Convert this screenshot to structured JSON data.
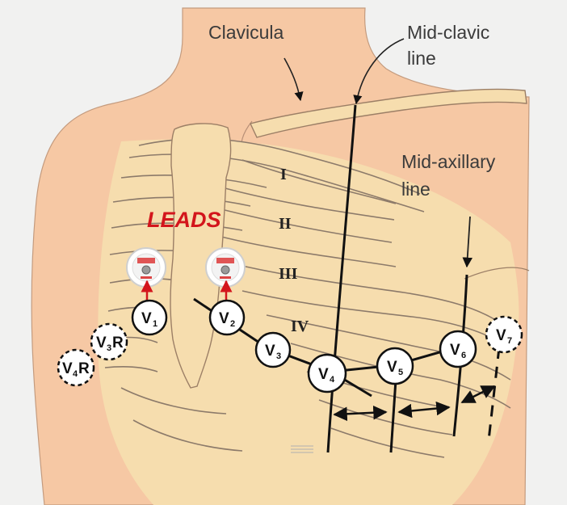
{
  "labels": {
    "clavicula": "Clavicula",
    "mid_clavicular_1": "Mid-clavic",
    "mid_clavicular_2": "line",
    "mid_axillary_1": "Mid-axillary",
    "mid_axillary_2": "line",
    "leads": "LEADS"
  },
  "ribs": {
    "r1": "I",
    "r2": "II",
    "r3": "III",
    "r4": "IV"
  },
  "electrodes": {
    "v1": {
      "main": "V",
      "sub": "1"
    },
    "v2": {
      "main": "V",
      "sub": "2"
    },
    "v3": {
      "main": "V",
      "sub": "3"
    },
    "v4": {
      "main": "V",
      "sub": "4"
    },
    "v5": {
      "main": "V",
      "sub": "5"
    },
    "v6": {
      "main": "V",
      "sub": "6"
    },
    "v7": {
      "main": "V",
      "sub": "7"
    },
    "v3r": {
      "main": "V",
      "sub": "3",
      "suffix": "R"
    },
    "v4r": {
      "main": "V",
      "sub": "4",
      "suffix": "R"
    }
  },
  "colors": {
    "skin": "#f6c8a4",
    "bone": "#f6ddae",
    "leads_text": "#d3151c",
    "arrow_red": "#d3151c"
  }
}
